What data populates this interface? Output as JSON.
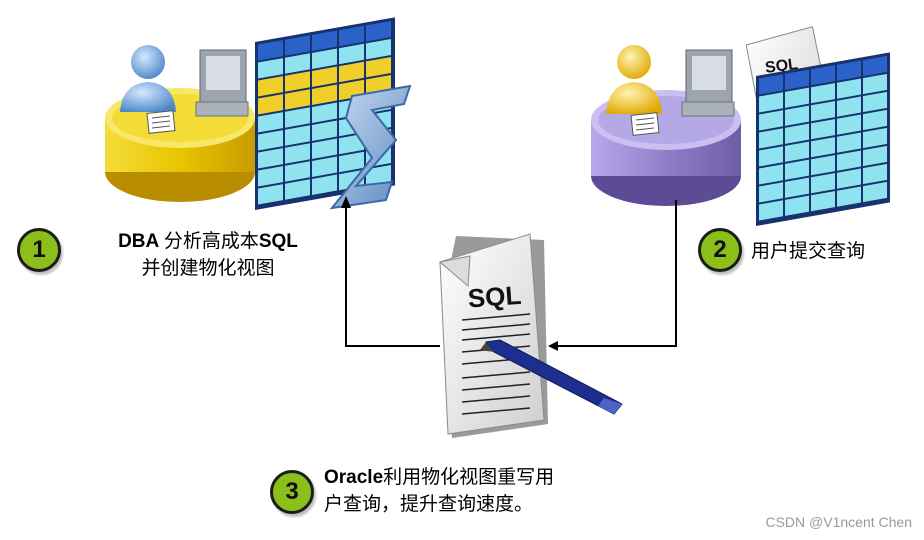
{
  "steps": [
    {
      "number": "1",
      "line1_bold": "DBA ",
      "line1_rest": "分析高成本",
      "line1_bold2": "SQL",
      "line2": "并创建物化视图"
    },
    {
      "number": "2",
      "line1": "用户提交查询"
    },
    {
      "number": "3",
      "line1_bold": "Oracle",
      "line1_rest": "利用物化视图重写用",
      "line2": "户查询，提升查询速度。"
    }
  ],
  "documents": {
    "center_label": "SQL",
    "user_label": "SQL"
  },
  "colors": {
    "step_green": "#8cbf1a",
    "dba_desk": "#e8c400",
    "user_desk": "#8f7fc8",
    "table_header": "#2a62c9",
    "table_cell": "#8fe3ee",
    "highlight_cell": "#f0cf2a"
  },
  "icons": [
    "dba-person-icon",
    "user-person-icon",
    "computer-monitor-icon",
    "sigma-icon",
    "pen-icon",
    "sql-document-icon"
  ],
  "watermark": "CSDN @V1ncent Chen"
}
